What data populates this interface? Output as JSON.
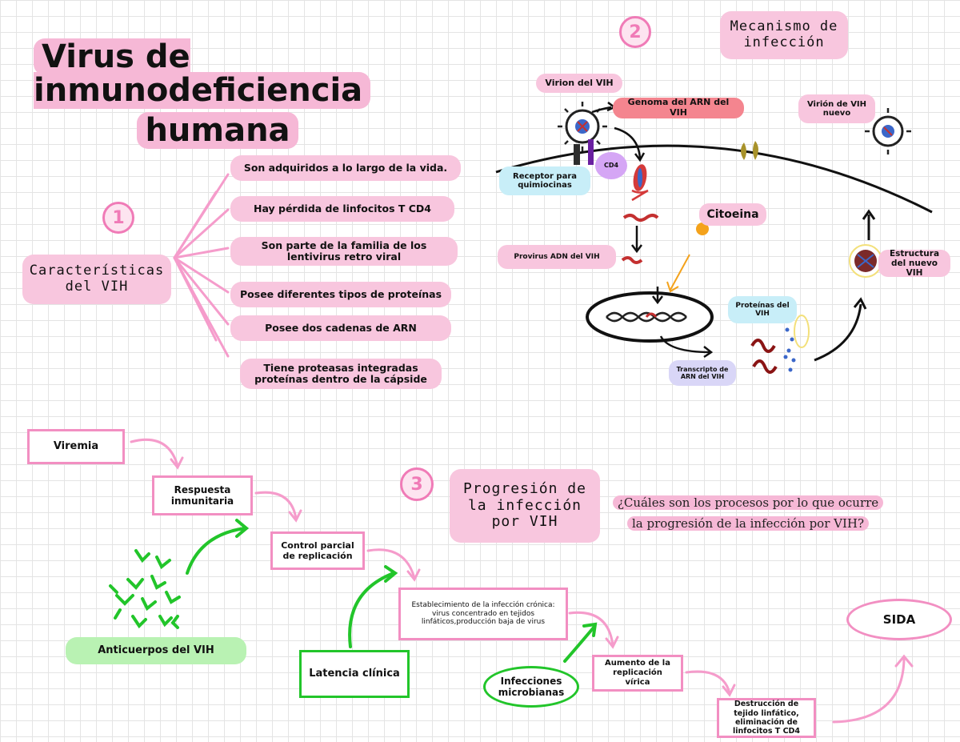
{
  "title": {
    "line1": "Virus de inmunodeficiencia",
    "line2": "humana"
  },
  "section1": {
    "number": "1",
    "label": "Características del VIH",
    "items": [
      "Son adquiridos a lo largo de la vida.",
      "Hay pérdida de linfocitos T CD4",
      "Son parte de la familia de los lentivirus retro viral",
      "Posee diferentes tipos de proteínas",
      "Posee dos cadenas de ARN",
      "Tiene proteasas integradas proteínas dentro de la cápside"
    ]
  },
  "section2": {
    "number": "2",
    "label": "Mecanismo de infección",
    "labels": {
      "virion": "Virion del VIH",
      "genome": "Genoma del ARN del VIH",
      "new_virion": "Virión de VIH nuevo",
      "cd4": "CD4",
      "receptor": "Receptor para quimiocinas",
      "citoeina": "Citoeina",
      "provirus": "Provirus ADN del VIH",
      "proteins": "Proteínas del VIH",
      "new_structure": "Estructura del nuevo VIH",
      "transcript": "Transcripto de ARN del VIH"
    }
  },
  "section3": {
    "number": "3",
    "label": "Progresión de la infección por VIH",
    "question": "¿Cuáles son los procesos por lo que ocurre la progresión de la infección por VIH?",
    "steps": {
      "viremia": "Viremia",
      "respuesta": "Respuesta inmunitaria",
      "control": "Control parcial de replicación",
      "establecimiento": "Establecimiento de la infección crónica: virus concentrado en tejidos linfáticos,producción baja de virus",
      "aumento": "Aumento de la replicación vírica",
      "destruccion": "Destrucción de tejido linfático, eliminación de linfocitos T CD4",
      "sida": "SIDA",
      "anticuerpos": "Anticuerpos del VIH",
      "latencia": "Latencia clínica",
      "infecciones": "Infecciones microbianas"
    }
  },
  "colors": {
    "pink": "#f8c6de",
    "pink_line": "#f28fc2",
    "green": "#22c52a",
    "green_fill": "#b9f2b3",
    "blue_fill": "#c8eef8",
    "lilac_fill": "#d9d6f7"
  }
}
